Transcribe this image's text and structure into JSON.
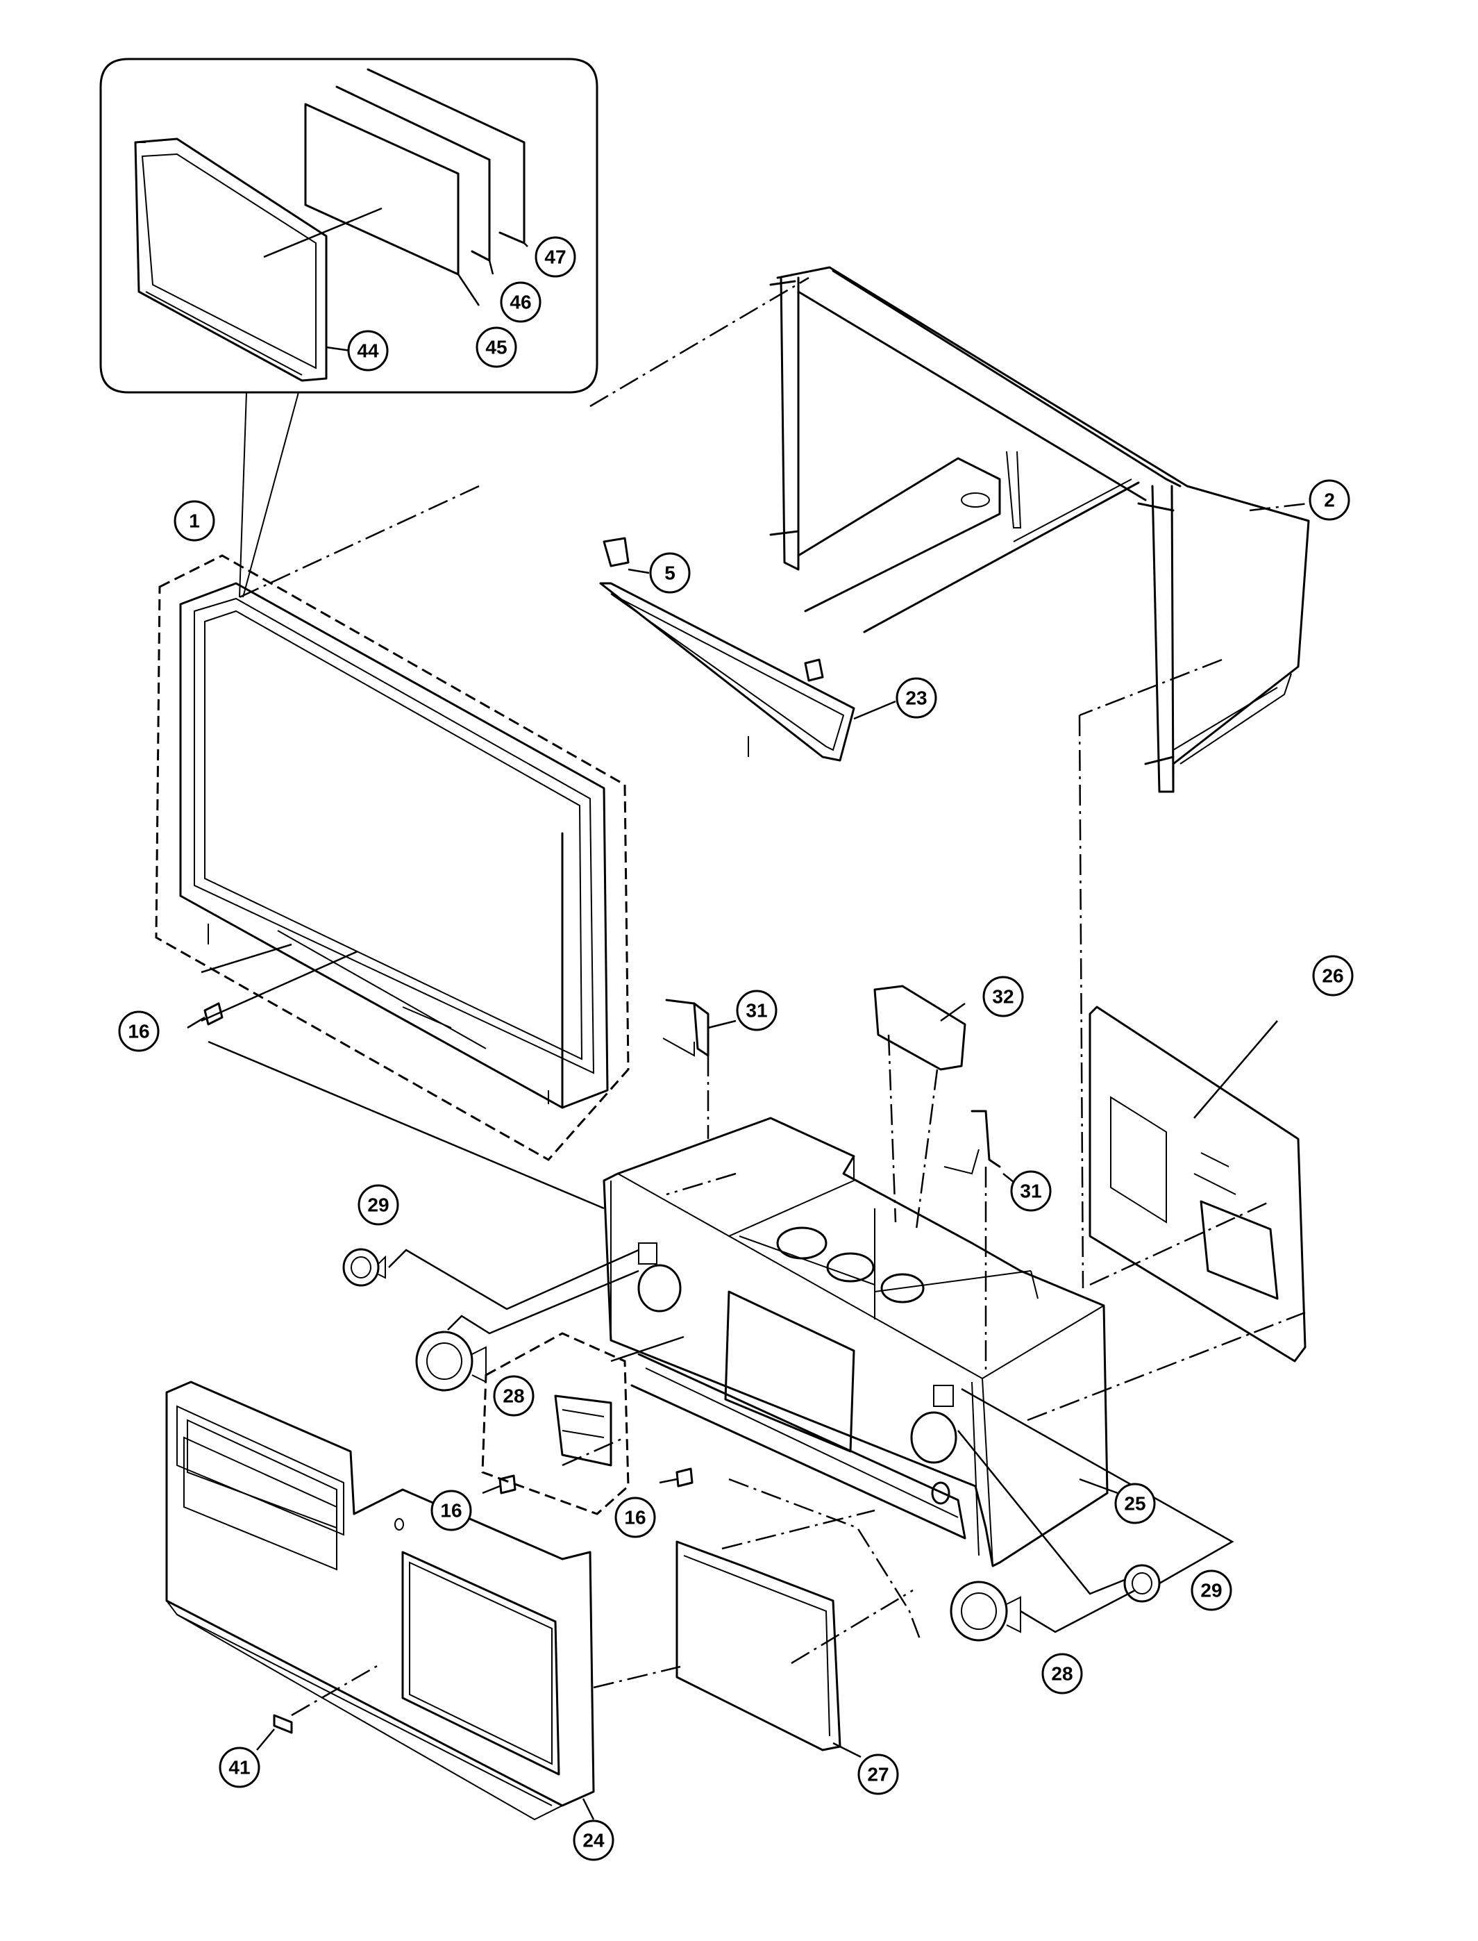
{
  "callouts": {
    "c1": "1",
    "c2": "2",
    "c5": "5",
    "c16a": "16",
    "c16b": "16",
    "c16c": "16",
    "c23": "23",
    "c24": "24",
    "c25": "25",
    "c26": "26",
    "c27": "27",
    "c28a": "28",
    "c28b": "28",
    "c29a": "29",
    "c29b": "29",
    "c31a": "31",
    "c31b": "31",
    "c32": "32",
    "c41": "41",
    "c44": "44",
    "c45": "45",
    "c46": "46",
    "c47": "47"
  }
}
